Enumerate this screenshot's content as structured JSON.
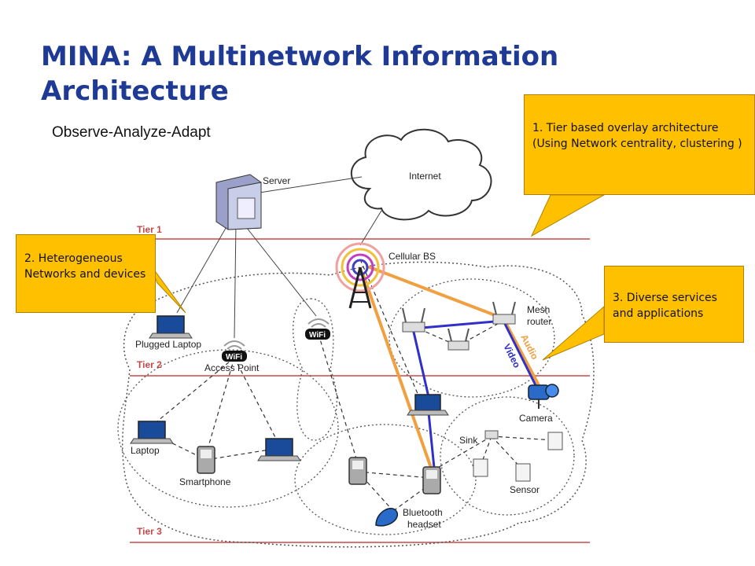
{
  "slide": {
    "title": "MINA: A Multinetwork Information Architecture",
    "subtitle": "Observe-Analyze-Adapt"
  },
  "callouts": [
    {
      "id": "tier-overlay",
      "text": "1. Tier based overlay architecture (Using Network centrality, clustering )"
    },
    {
      "id": "heterogeneous",
      "text": "2. Heterogeneous Networks and devices"
    },
    {
      "id": "services",
      "text": "3. Diverse services and applications"
    }
  ],
  "diagram": {
    "tiers": {
      "tier1": "Tier 1",
      "tier2": "Tier 2",
      "tier3": "Tier 3"
    },
    "nodes": {
      "server": "Server",
      "internet": "Internet",
      "cellular_bs": "Cellular BS",
      "plugged_laptop": "Plugged Laptop",
      "access_point": "Access Point",
      "mesh_router_line1": "Mesh",
      "mesh_router_line2": "router",
      "camera": "Camera",
      "laptop": "Laptop",
      "smartphone": "Smartphone",
      "sink": "Sink",
      "sensor": "Sensor",
      "bluetooth_line1": "Bluetooth",
      "bluetooth_line2": "headset"
    },
    "link_labels": {
      "audio": "Audio",
      "video": "Video"
    },
    "wifi_label": "WiFi",
    "colors": {
      "audio": "#f0a040",
      "video": "#3030c8",
      "tier_line": "#c84848",
      "callout": "#ffc000",
      "title": "#1f3a94"
    }
  }
}
